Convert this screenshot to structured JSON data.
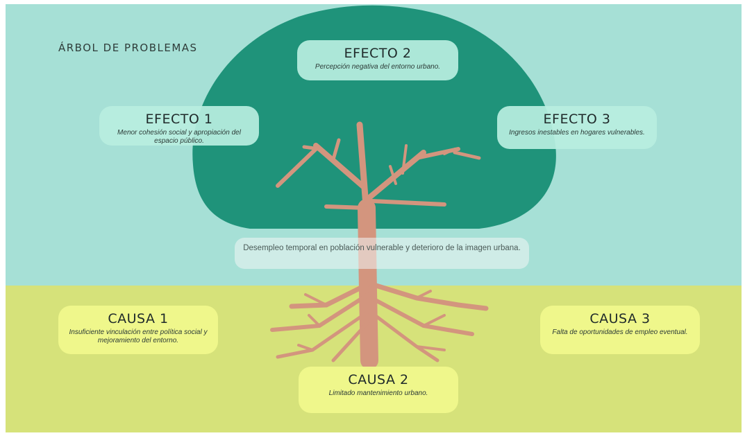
{
  "title": "ÁRBOL DE PROBLEMAS",
  "colors": {
    "sky": "#a6e0d6",
    "ground": "#d6e27a",
    "canopy": "#1f937a",
    "trunk": "#d3957e",
    "effect_box": "#b8eee0",
    "cause_box": "#f0f88c"
  },
  "core_problem": "Desempleo temporal en población vulnerable y deterioro de la imagen urbana.",
  "effects": [
    {
      "title": "EFECTO 1",
      "text": "Menor cohesión social y apropiación del espacio público."
    },
    {
      "title": "EFECTO 2",
      "text": "Percepción negativa del entorno urbano."
    },
    {
      "title": "EFECTO 3",
      "text": "Ingresos inestables en hogares vulnerables."
    }
  ],
  "causes": [
    {
      "title": "CAUSA 1",
      "text": "Insuficiente vinculación entre política social y mejoramiento del entorno."
    },
    {
      "title": "CAUSA 2",
      "text": "Limitado mantenimiento urbano."
    },
    {
      "title": "CAUSA 3",
      "text": "Falta de oportunidades de empleo eventual."
    }
  ]
}
